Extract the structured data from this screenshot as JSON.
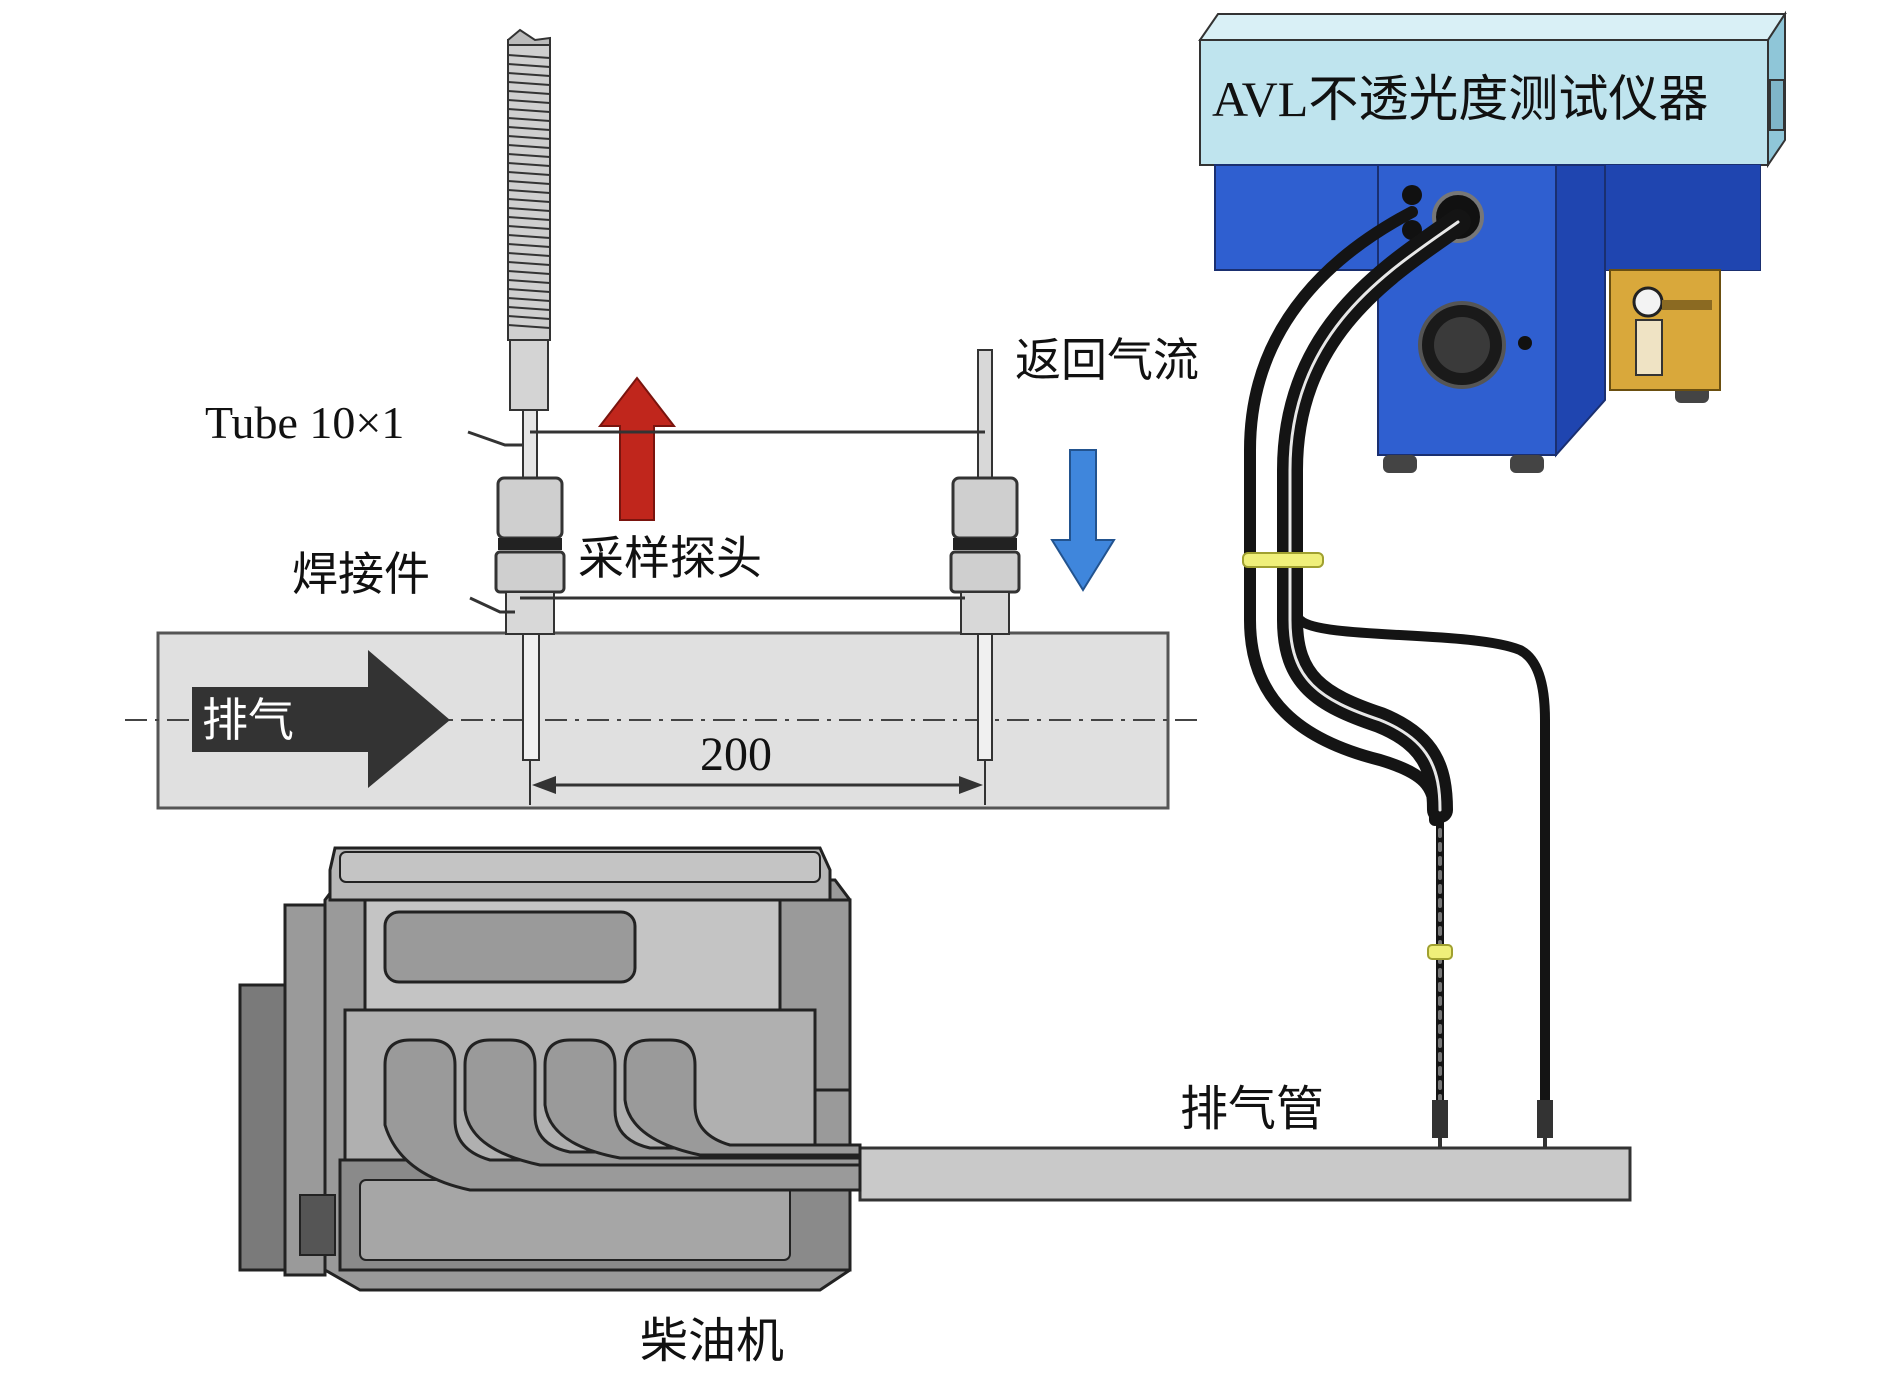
{
  "labels": {
    "instrument": "AVL不透光度测试仪器",
    "return_flow": "返回气流",
    "tube": "Tube 10×1",
    "sampling_probe": "采样探头",
    "weld_fitting": "焊接件",
    "exhaust": "排气",
    "distance": "200",
    "exhaust_pipe": "排气管",
    "diesel_engine": "柴油机"
  },
  "colors": {
    "instrument_top": "#bfe4ee",
    "instrument_body": "#2f5fd0",
    "instrument_side": "#1f45b0",
    "pipe_fill": "#d2d2d2",
    "engine_dark": "#6e6e6e",
    "engine_mid": "#9a9a9a",
    "engine_light": "#c4c4c4",
    "arrow_up": "#c0261c",
    "arrow_down": "#3f86dc",
    "exhaust_arrow": "#333333",
    "hose": "#141414",
    "clip": "#efef7a",
    "regulator": "#d9a83b"
  },
  "icons": {
    "flow_in": "arrow-right-icon",
    "sample_out": "arrow-up-icon",
    "sample_return": "arrow-down-icon"
  }
}
